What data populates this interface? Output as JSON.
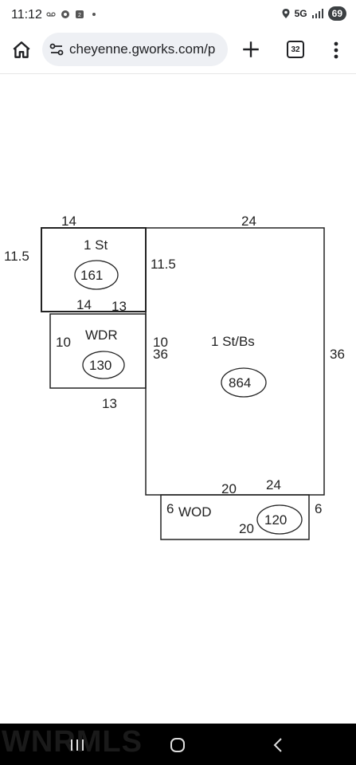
{
  "status_bar": {
    "time": "11:12",
    "network": "5G",
    "battery": "69"
  },
  "browser": {
    "url": "cheyenne.gworks.com/p",
    "tab_count": "32",
    "icons": [
      "home-icon",
      "tune-icon",
      "plus-icon",
      "tabs-icon",
      "more-vert-icon"
    ]
  },
  "sketch": {
    "areas": {
      "first_story": {
        "name": "1 St",
        "area": "161"
      },
      "wdr": {
        "name": "WDR",
        "area": "130"
      },
      "main": {
        "name": "1 St/Bs",
        "area": "864"
      },
      "wod": {
        "name": "WOD",
        "area": "120"
      }
    },
    "dims": {
      "st_top": "14",
      "st_left": "11.5",
      "st_right": "11.5",
      "st_bottom": "14",
      "st_bottom_right": "13",
      "wdr_left": "10",
      "wdr_right": "10",
      "wdr_bottom": "13",
      "main_top": "24",
      "main_left": "36",
      "main_right": "36",
      "main_bottom_a": "20",
      "main_bottom_b": "24",
      "wod_left": "6",
      "wod_right": "6",
      "wod_bottom": "20"
    }
  },
  "nav_bar": {
    "watermark": "WNRMLS",
    "icons": [
      "recent-apps-icon",
      "home-circle-icon",
      "back-icon"
    ]
  }
}
